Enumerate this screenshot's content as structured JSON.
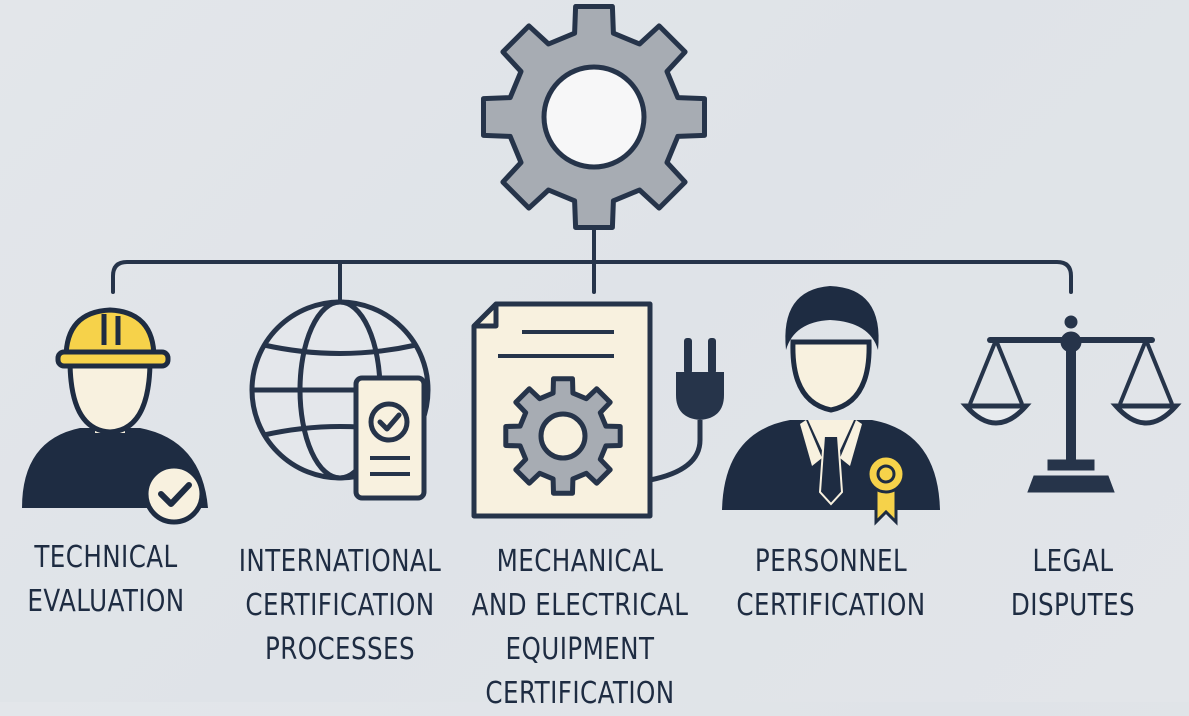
{
  "colors": {
    "navy": "#1e2c42",
    "gear_gray": "#a7acb3",
    "helmet_yellow": "#f6d24a",
    "paper": "#f8f1df",
    "line": "#26344a"
  },
  "hub": {
    "icon": "gear-icon"
  },
  "categories": [
    {
      "icon": "worker-hard-hat-check-icon",
      "lines": [
        "TECHNICAL",
        "EVALUATION"
      ]
    },
    {
      "icon": "globe-certificate-icon",
      "lines": [
        "INTERNATIONAL",
        "CERTIFICATION",
        "PROCESSES"
      ]
    },
    {
      "icon": "document-gear-plug-icon",
      "lines": [
        "MECHANICAL",
        "AND ELECTRICAL",
        "EQUIPMENT",
        "CERTIFICATION"
      ]
    },
    {
      "icon": "businessman-badge-icon",
      "lines": [
        "PERSONNEL",
        "CERTIFICATION"
      ]
    },
    {
      "icon": "scales-of-justice-icon",
      "lines": [
        "LEGAL",
        "DISPUTES"
      ]
    }
  ]
}
